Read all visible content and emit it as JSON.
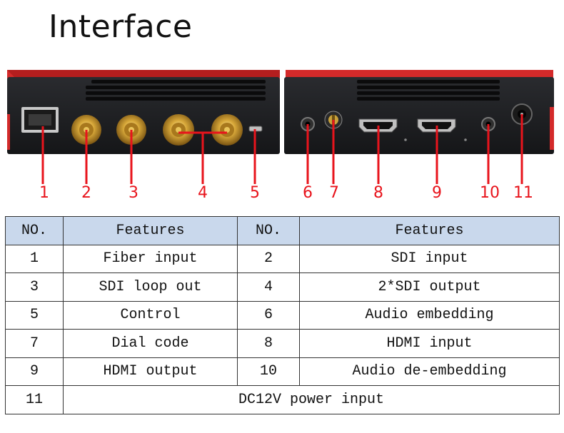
{
  "title": "Interface",
  "callouts": [
    "1",
    "2",
    "3",
    "4",
    "5",
    "6",
    "7",
    "8",
    "9",
    "10",
    "11"
  ],
  "table": {
    "headers": [
      "NO.",
      "Features",
      "NO.",
      "Features"
    ],
    "rows": [
      {
        "no1": "1",
        "f1": "Fiber input",
        "no2": "2",
        "f2": "SDI input"
      },
      {
        "no1": "3",
        "f1": "SDI loop out",
        "no2": "4",
        "f2": "2*SDI output"
      },
      {
        "no1": "5",
        "f1": "Control",
        "no2": "6",
        "f2": "Audio embedding"
      },
      {
        "no1": "7",
        "f1": "Dial code",
        "no2": "8",
        "f2": "HDMI input"
      },
      {
        "no1": "9",
        "f1": "HDMI output",
        "no2": "10",
        "f2": "Audio de-embedding"
      }
    ],
    "last_row": {
      "no": "11",
      "feature": "DC12V power input"
    }
  },
  "colors": {
    "callout_red": "#e8141c",
    "device_body": "#1e1f22",
    "device_trim": "#d42a2a",
    "header_bg": "#c9d8ec"
  }
}
